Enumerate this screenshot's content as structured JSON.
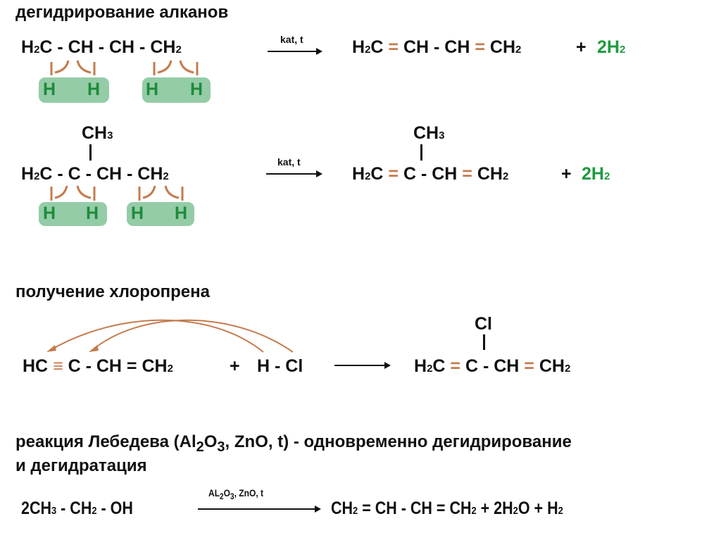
{
  "sections": {
    "dehydro_title": "дегидрирование алканов",
    "chloroprene_title": "получение хлоропрена",
    "lebedev_title_line1": "реакция Лебедева (Al₂O₃, ZnO, t) - одновременно дегидрирование",
    "lebedev_title_line2": "и дегидратация"
  },
  "colors": {
    "bond": "#c47b4e",
    "hydrogen": "#1e9a3e",
    "box": "#94cca7"
  },
  "eq1": {
    "reactant": [
      {
        "t": "H₂C - CH - CH - CH₂"
      }
    ],
    "condition": "kat, t",
    "product": [
      {
        "t": "H₂C "
      },
      {
        "t": "=",
        "c": "bond"
      },
      {
        "t": " CH - CH "
      },
      {
        "t": "=",
        "c": "bond"
      },
      {
        "t": " CH₂"
      }
    ],
    "plus": "+",
    "byproduct": "2H₂",
    "hydrogens": [
      "H",
      "H",
      "H",
      "H"
    ]
  },
  "eq2": {
    "reactant_branch": "CH₃",
    "reactant": [
      {
        "t": "H₂C - C - CH - CH₂"
      }
    ],
    "condition": "kat, t",
    "product_branch": "CH₃",
    "product": [
      {
        "t": "H₂C "
      },
      {
        "t": "=",
        "c": "bond"
      },
      {
        "t": " C - CH "
      },
      {
        "t": "=",
        "c": "bond"
      },
      {
        "t": " CH₂"
      }
    ],
    "plus": "+",
    "byproduct": "2H₂",
    "hydrogens": [
      "H",
      "H",
      "H",
      "H"
    ]
  },
  "eq3": {
    "reactant": [
      {
        "t": "HC "
      },
      {
        "t": "≡",
        "c": "bond"
      },
      {
        "t": " C - CH = CH₂"
      }
    ],
    "plus": "+",
    "reagent": "H - Cl",
    "product_branch": "Cl",
    "product": [
      {
        "t": "H₂C "
      },
      {
        "t": "=",
        "c": "bond"
      },
      {
        "t": " C - CH "
      },
      {
        "t": "=",
        "c": "bond"
      },
      {
        "t": " CH₂"
      }
    ]
  },
  "eq4": {
    "reactant": [
      {
        "t": "2CH₃ - CH₂ - OH"
      }
    ],
    "condition": "AL₂O₃,  ZnO, t",
    "product": [
      {
        "t": "CH₂ = CH - CH = CH₂ + 2H₂O + H₂"
      }
    ]
  }
}
